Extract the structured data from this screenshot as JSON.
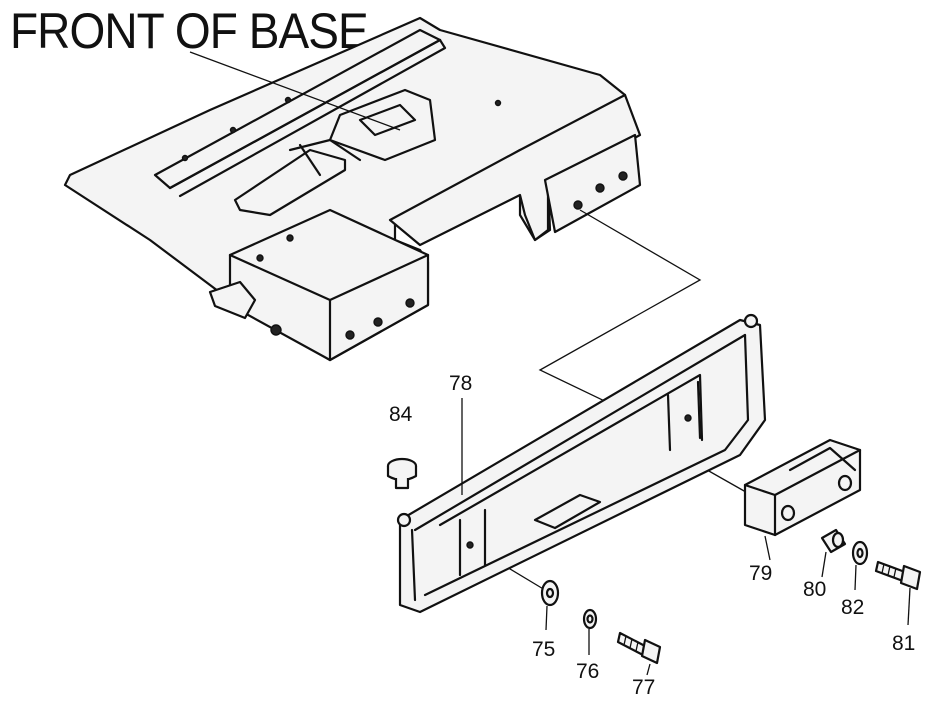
{
  "title": "FRONT OF BASE",
  "callouts": {
    "p75": "75",
    "p76": "76",
    "p77": "77",
    "p78": "78",
    "p79": "79",
    "p80": "80",
    "p81": "81",
    "p82": "82",
    "p84": "84"
  }
}
